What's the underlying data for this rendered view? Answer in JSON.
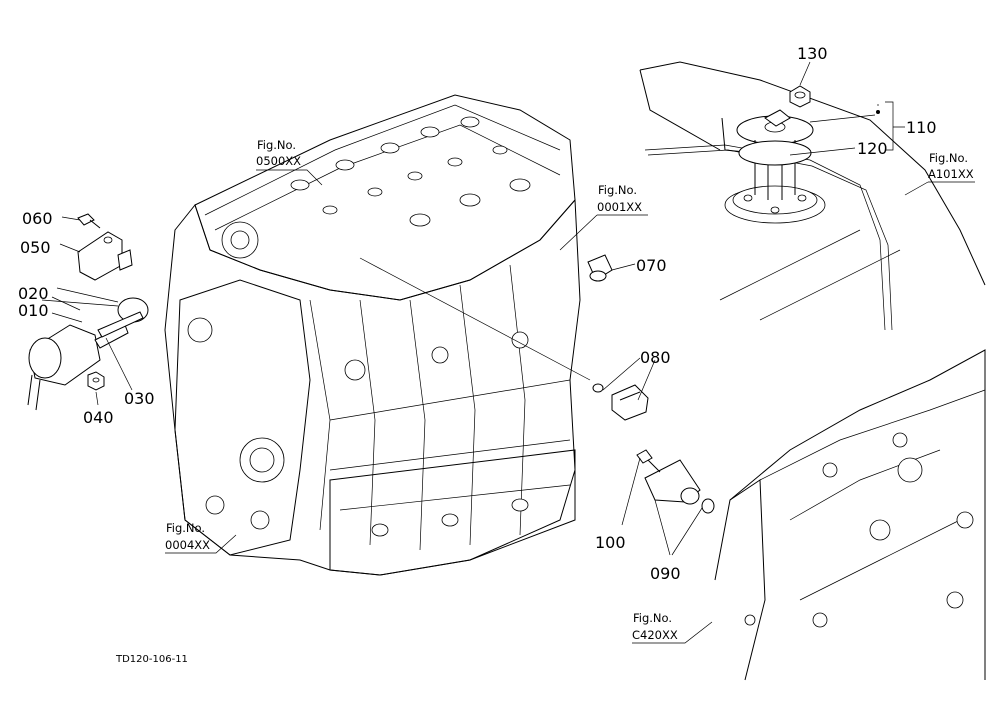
{
  "callouts": {
    "p010": "010",
    "p020": "020",
    "p030": "030",
    "p040": "040",
    "p050": "050",
    "p060": "060",
    "p070": "070",
    "p080": "080",
    "p090": "090",
    "p100": "100",
    "p110": "110",
    "p120": "120",
    "p130": "130"
  },
  "figrefs": {
    "f0500": {
      "label": "Fig.No.",
      "code": "0500XX"
    },
    "f0001": {
      "label": "Fig.No.",
      "code": "0001XX"
    },
    "f0004": {
      "label": "Fig.No.",
      "code": "0004XX"
    },
    "fA101": {
      "label": "Fig.No.",
      "code": "A101XX"
    },
    "fC420": {
      "label": "Fig.No.",
      "code": "C420XX"
    }
  },
  "drawing_code": "TD120-106-11"
}
